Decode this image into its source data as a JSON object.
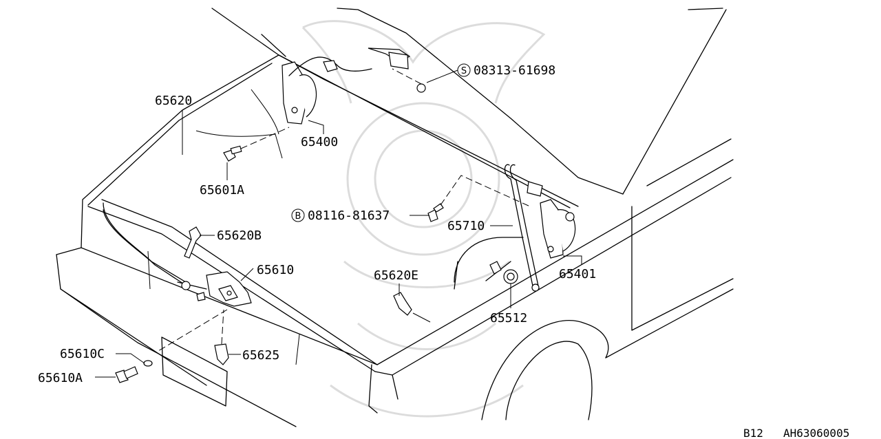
{
  "labels": {
    "p65620": "65620",
    "p65400": "65400",
    "p65601A": "65601A",
    "p08313": "08313-61698",
    "p08116": "08116-81637",
    "p65620B": "65620B",
    "p65610": "65610",
    "p65710": "65710",
    "p65401": "65401",
    "p65620E": "65620E",
    "p65512": "65512",
    "p65610C": "65610C",
    "p65625": "65625",
    "p65610A": "65610A"
  },
  "prefixes": {
    "s": "S",
    "b": "B"
  },
  "footer": {
    "model": "B12",
    "code": "AH63060005"
  }
}
